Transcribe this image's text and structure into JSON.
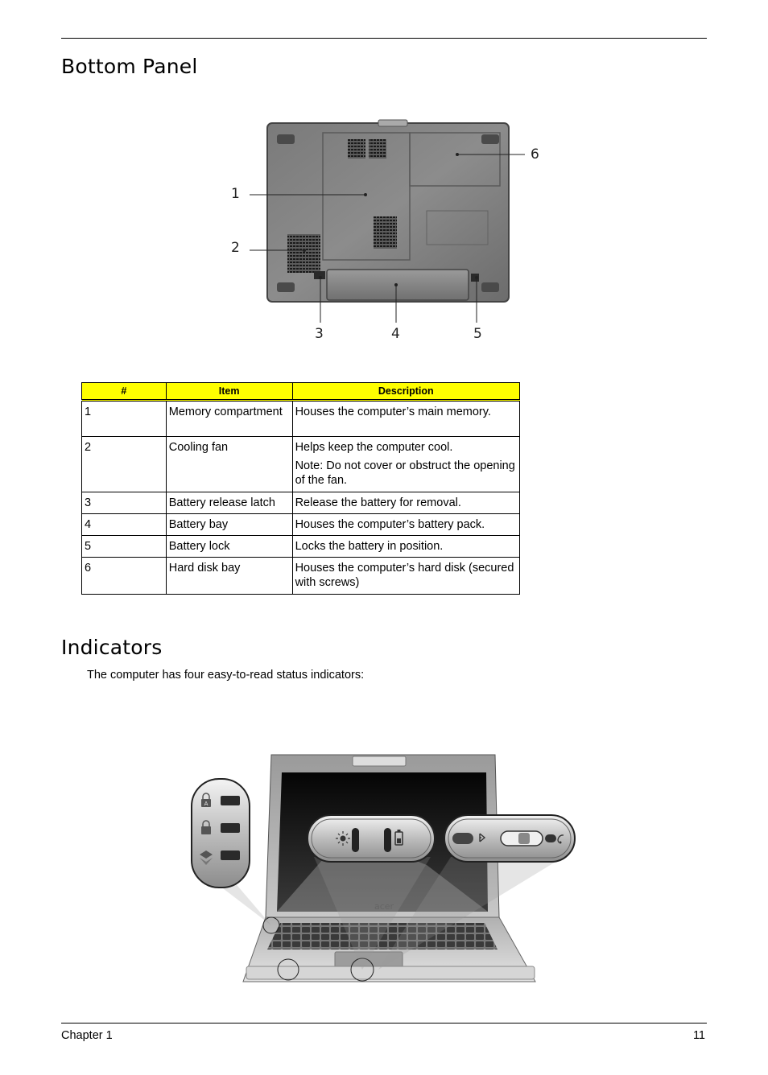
{
  "sections": {
    "bottom_panel_title": "Bottom Panel",
    "indicators_title": "Indicators",
    "indicators_intro": "The computer has four easy-to-read status indicators:"
  },
  "figure_bottom": {
    "callouts": [
      "1",
      "2",
      "3",
      "4",
      "5",
      "6"
    ]
  },
  "table": {
    "headers": [
      "#",
      "Item",
      "Description"
    ],
    "rows": [
      {
        "num": "1",
        "item": "Memory compartment",
        "desc": [
          "Houses the computer’s main memory."
        ]
      },
      {
        "num": "2",
        "item": "Cooling fan",
        "desc": [
          "Helps keep the computer cool.",
          "Note: Do not cover or obstruct the opening of the fan."
        ]
      },
      {
        "num": "3",
        "item": "Battery release latch",
        "desc": [
          "Release the battery for removal."
        ]
      },
      {
        "num": "4",
        "item": "Battery bay",
        "desc": [
          "Houses the computer’s battery pack."
        ]
      },
      {
        "num": "5",
        "item": "Battery lock",
        "desc": [
          "Locks the battery in position."
        ]
      },
      {
        "num": "6",
        "item": "Hard disk bay",
        "desc": [
          "Houses the computer’s hard disk (secured with screws)"
        ]
      }
    ]
  },
  "figure_indicators": {
    "brand": "acer",
    "icons": [
      "caps-lock-icon",
      "num-lock-icon",
      "scroll-lock-icon",
      "power-icon",
      "battery-icon",
      "wireless-icon",
      "bluetooth-icon"
    ]
  },
  "footer": {
    "left": "Chapter 1",
    "right": "11"
  }
}
